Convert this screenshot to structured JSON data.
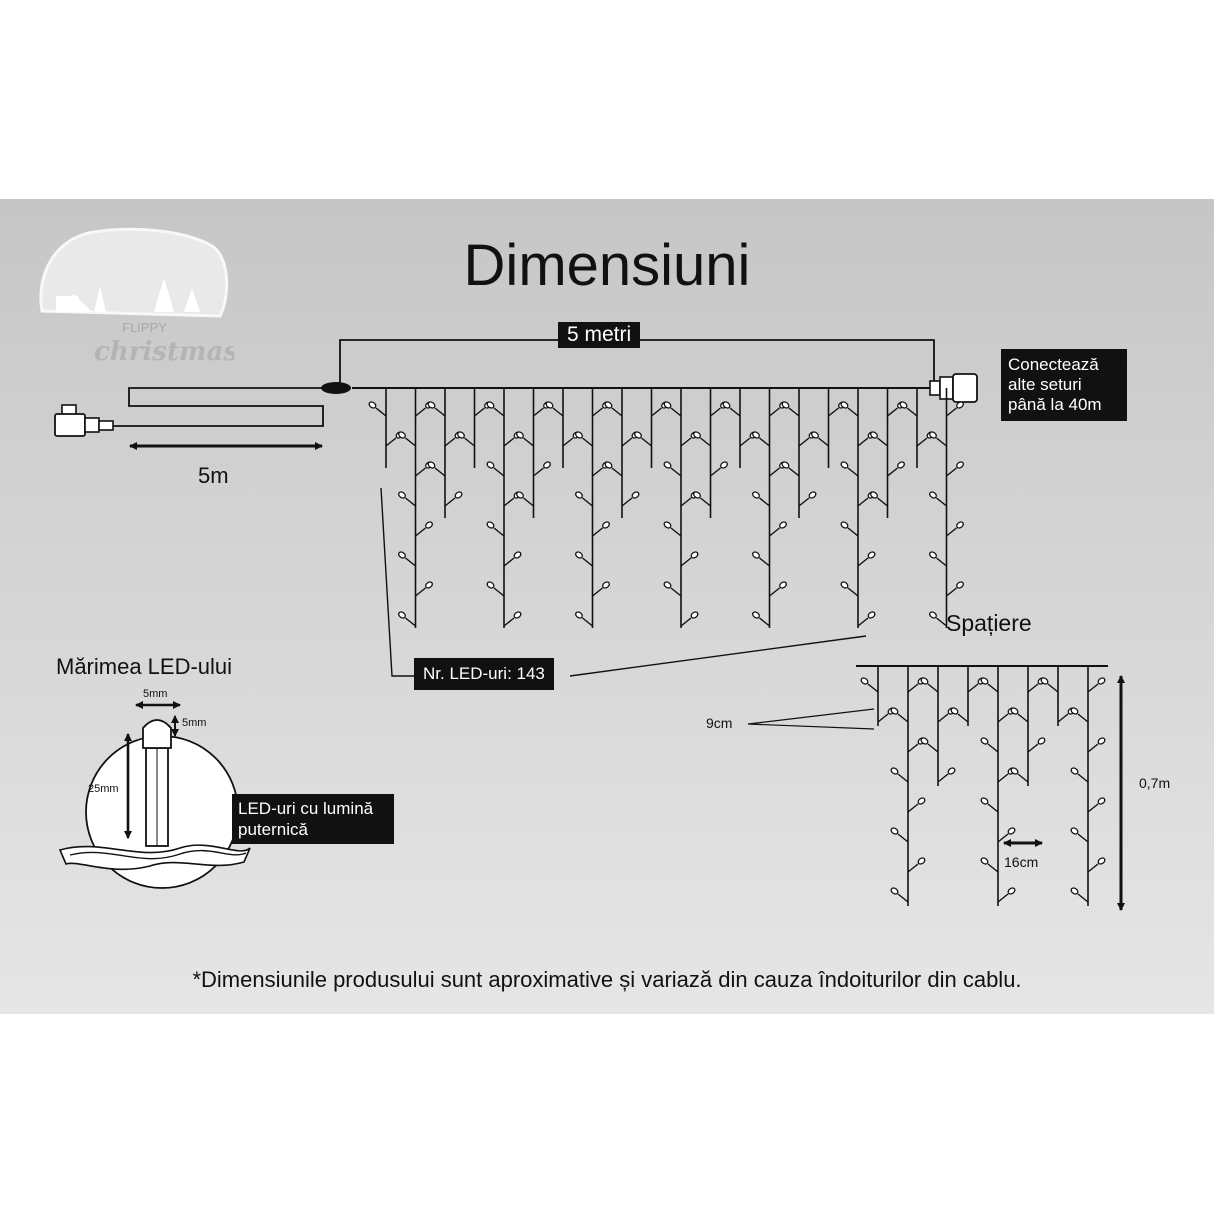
{
  "title": "Dimensiuni",
  "logo": {
    "brand_top": "FLIPPY",
    "brand_bottom": "christmas"
  },
  "main_diagram": {
    "lead_length_label": "5m",
    "curtain_length_label": "5 metri",
    "connect_lines": [
      "Conectează",
      "alte seturi",
      "până la 40m"
    ],
    "led_count_label": "Nr. LED-uri: 143"
  },
  "led_size": {
    "title": "Mărimea LED-ului",
    "width_label": "5mm",
    "height_label": "5mm",
    "length_label": "25mm",
    "bright_lines": [
      "LED-uri cu lumină",
      "puternică"
    ]
  },
  "spacing": {
    "title": "Spațiere",
    "drop_gap_label": "9cm",
    "strand_gap_label": "16cm",
    "height_label": "0,7m"
  },
  "footnote": "*Dimensiunile produsului sunt aproximative și variază din cauza îndoiturilor din cablu.",
  "colors": {
    "background": "#d0d0d0",
    "ink": "#111111",
    "led_fill": "#ffffff"
  }
}
